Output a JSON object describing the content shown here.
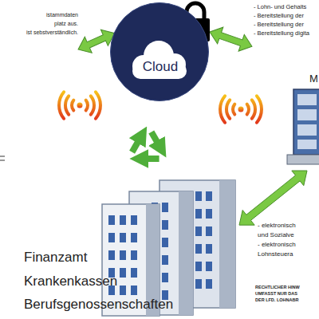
{
  "diagram": {
    "nodes": [
      {
        "text": [
          "Cloud"
        ]
      },
      {
        "text": [
          "M"
        ]
      },
      {
        "text": [
          "Finanzamt",
          "Krankenkassen",
          "Berufsgenossenschaften"
        ]
      }
    ],
    "edges": [
      {
        "from": 1,
        "to": 2,
        "arrow": "both"
      }
    ],
    "labels": [
      "istammdaten",
      "platz aus.",
      "ist sebstverständlich.",
      "- Lohn- und Gehalts",
      "- Bereitstellung der",
      "- Bereitstellung der",
      "- Bereitstellung digita",
      "- elektronisch",
      "und Sozialve",
      "- elektronisch",
      "Lohnsteuera",
      "RECHTLICHER HINW",
      "UMFASST NUR DAS",
      "DER LFD. LOHNABR"
    ]
  }
}
